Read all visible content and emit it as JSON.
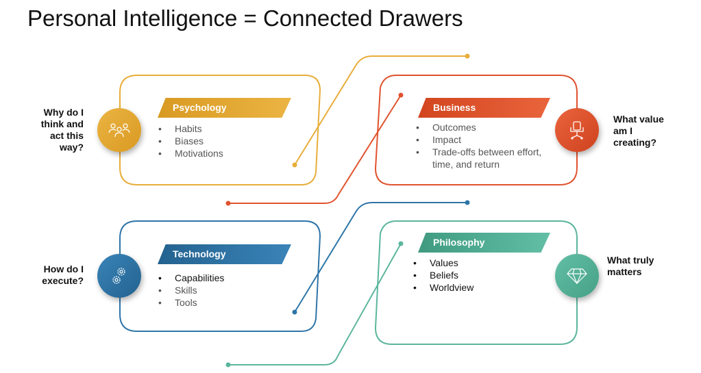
{
  "title": "Personal Intelligence = Connected Drawers",
  "colors": {
    "psychology": "#e8ad3a",
    "business": "#e0522e",
    "technology": "#2e75a8",
    "philosophy": "#5bb59c"
  },
  "drawers": {
    "psychology": {
      "label": "Psychology",
      "icon": "people-icon",
      "question": "Why do I think and act this way?",
      "items": [
        "Habits",
        "Biases",
        "Motivations"
      ]
    },
    "business": {
      "label": "Business",
      "icon": "office-chair-icon",
      "question": "What value am I creating?",
      "items": [
        "Outcomes",
        "Impact",
        "Trade-offs between effort, time, and return"
      ]
    },
    "technology": {
      "label": "Technology",
      "icon": "gears-icon",
      "question": "How do I execute?",
      "items": [
        "Capabilities",
        "Skills",
        "Tools"
      ]
    },
    "philosophy": {
      "label": "Philosophy",
      "icon": "diamond-icon",
      "question": "What truly matters",
      "items": [
        "Values",
        "Beliefs",
        "Worldview"
      ]
    }
  }
}
